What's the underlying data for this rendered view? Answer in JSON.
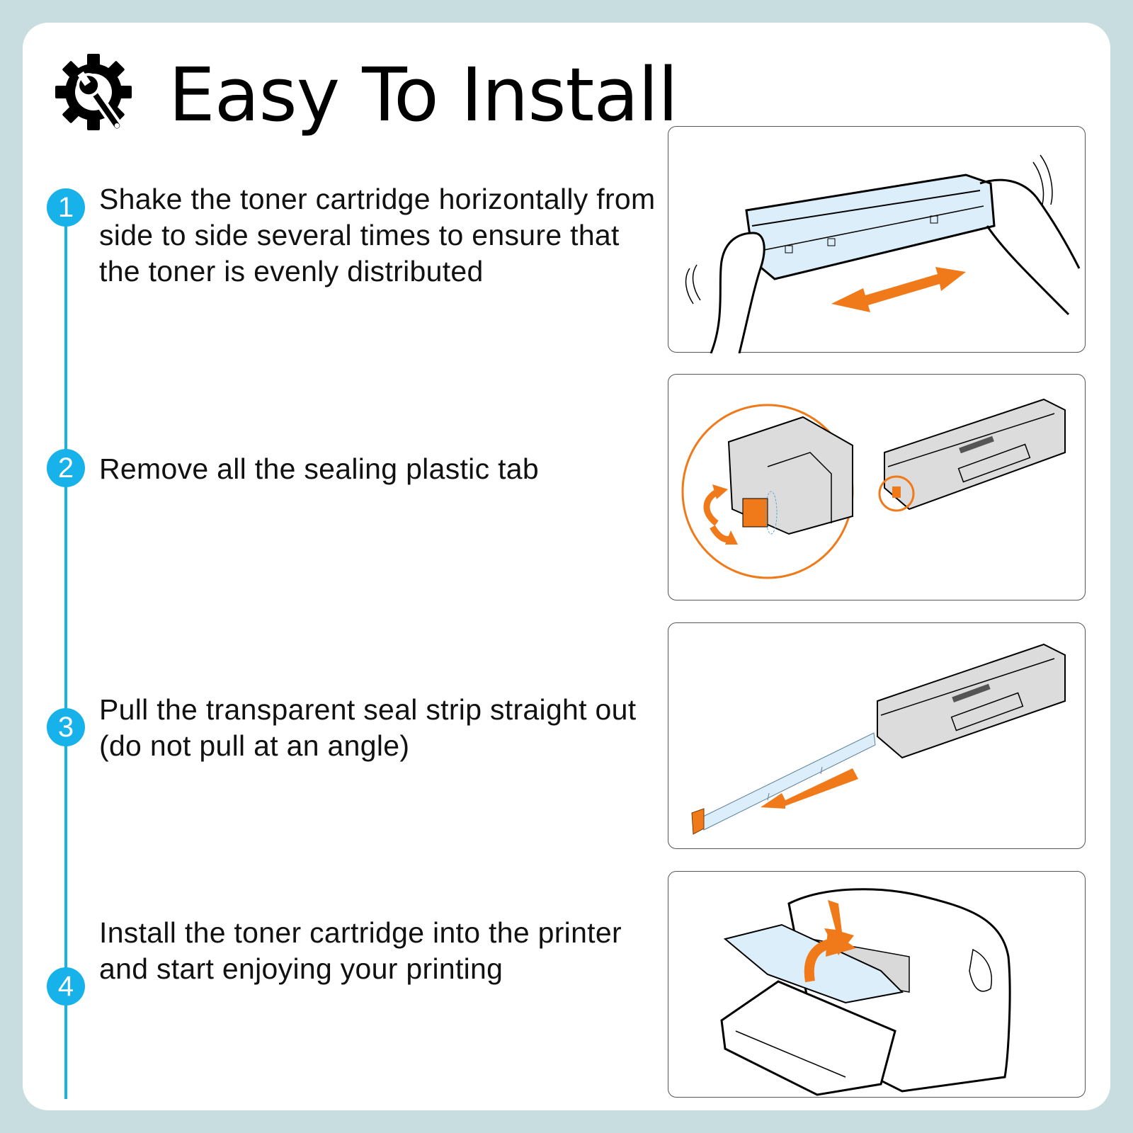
{
  "header": {
    "icon": "gear-wrench-icon",
    "title": "Easy To Install"
  },
  "colors": {
    "background": "#c8dde0",
    "card": "#ffffff",
    "accent_blue": "#18b2ea",
    "accent_orange": "#f07a1a",
    "toner_blue": "#dceefa",
    "text": "#111111"
  },
  "steps": [
    {
      "number": "1",
      "text": "Shake the toner cartridge horizontally from side to side several times to ensure that the toner is evenly distributed",
      "illustration": "hands-shaking-toner-cartridge"
    },
    {
      "number": "2",
      "text": "Remove all the sealing plastic tab",
      "illustration": "cartridge-with-orange-sealing-tab"
    },
    {
      "number": "3",
      "text": "Pull the transparent seal strip straight out (do not pull at an angle)",
      "illustration": "cartridge-pulling-seal-strip"
    },
    {
      "number": "4",
      "text": "Install the toner cartridge into the printer and start enjoying your printing",
      "illustration": "printer-with-cartridge-insertion-arrows"
    }
  ]
}
